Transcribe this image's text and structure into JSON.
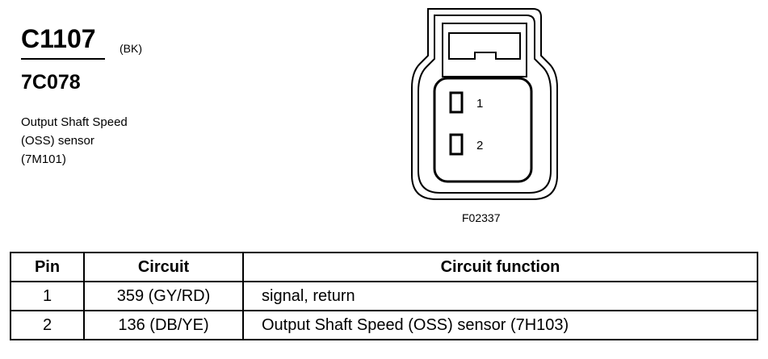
{
  "connector": {
    "id": "C1107",
    "color_code": "(BK)",
    "part_number": "7C078",
    "description_lines": [
      "Output Shaft Speed",
      "(OSS) sensor",
      "(7M101)"
    ]
  },
  "diagram": {
    "pins": [
      {
        "label": "1"
      },
      {
        "label": "2"
      }
    ],
    "figure_code": "F02337"
  },
  "table": {
    "headers": {
      "pin": "Pin",
      "circuit": "Circuit",
      "function": "Circuit function"
    },
    "rows": [
      {
        "pin": "1",
        "circuit": "359 (GY/RD)",
        "function": "signal, return"
      },
      {
        "pin": "2",
        "circuit": "136 (DB/YE)",
        "function": "Output Shaft Speed (OSS) sensor (7H103)"
      }
    ]
  }
}
